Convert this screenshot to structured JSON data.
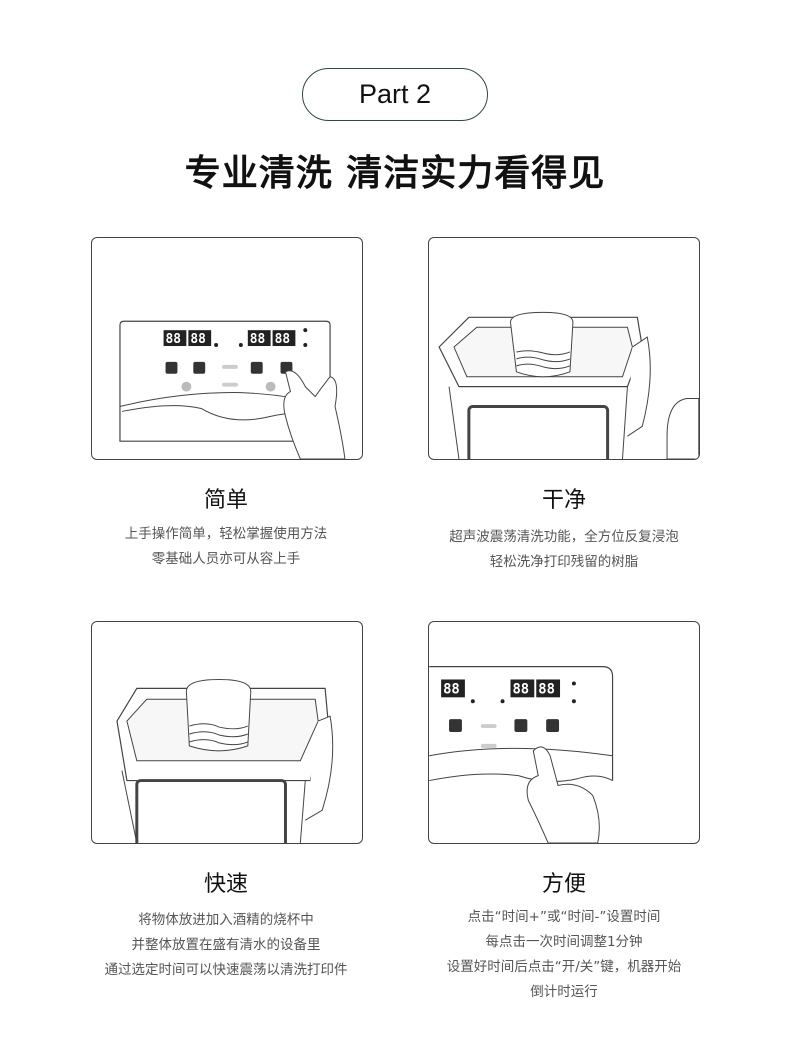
{
  "header": {
    "part_label": "Part 2",
    "title": "专业清洗 清洁实力看得见"
  },
  "features": [
    {
      "title": "简单",
      "lines": [
        "上手操作简单，轻松掌握使用方法",
        "零基础人员亦可从容上手"
      ]
    },
    {
      "title": "干净",
      "lines": [
        "超声波震荡清洗功能，全方位反复浸泡",
        "轻松洗净打印残留的树脂"
      ]
    },
    {
      "title": "快速",
      "lines": [
        "将物体放进加入酒精的烧杯中",
        "并整体放置在盛有清水的设备里",
        "通过选定时间可以快速震荡以清洗打印件"
      ]
    },
    {
      "title": "方便",
      "lines": [
        "点击“时间+”或“时间-”设置时间",
        "每点击一次时间调整1分钟",
        "设置好时间后点击“开/关”键，机器开始",
        "倒计时运行"
      ]
    }
  ],
  "panel": {
    "display": "88"
  }
}
